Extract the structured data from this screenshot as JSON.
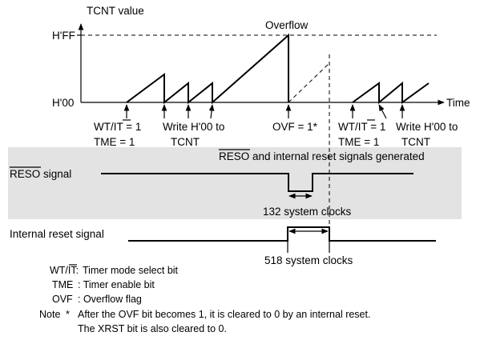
{
  "labels": {
    "y_axis": "TCNT value",
    "x_axis": "Time",
    "hff": "H'FF",
    "h00": "H'00",
    "overflow": "Overflow",
    "ann_wt1": "WT/IT = 1",
    "ann_tme1": "TME = 1",
    "ann_write": "Write H'00 to",
    "ann_tcnt": "TCNT",
    "ann_ovf": "OVF = 1*",
    "ann_wt2": "WT/IT = 1",
    "ann_tme2": "TME = 1",
    "ann_write2": "Write H'00 to",
    "ann_tcnt2": "TCNT",
    "reso_note": "RESO  and internal reset signals generated",
    "reso_signal": "RESO signal",
    "clk132": "132 system clocks",
    "int_reset": "Internal reset signal",
    "clk518": "518 system clocks"
  },
  "legend": [
    {
      "key": "WT/IT:",
      "desc": "Timer mode select bit"
    },
    {
      "key": "TME",
      "desc": ": Timer enable bit"
    },
    {
      "key": "OVF",
      "desc": ": Overflow flag"
    }
  ],
  "note": {
    "label": "Note",
    "mark": "*",
    "line1": "After the OVF bit becomes 1, it is cleared to 0 by an internal reset.",
    "line2": "The XRST bit is also cleared to 0."
  },
  "colors": {
    "shade": "#e3e3e3",
    "line": "#000000"
  }
}
